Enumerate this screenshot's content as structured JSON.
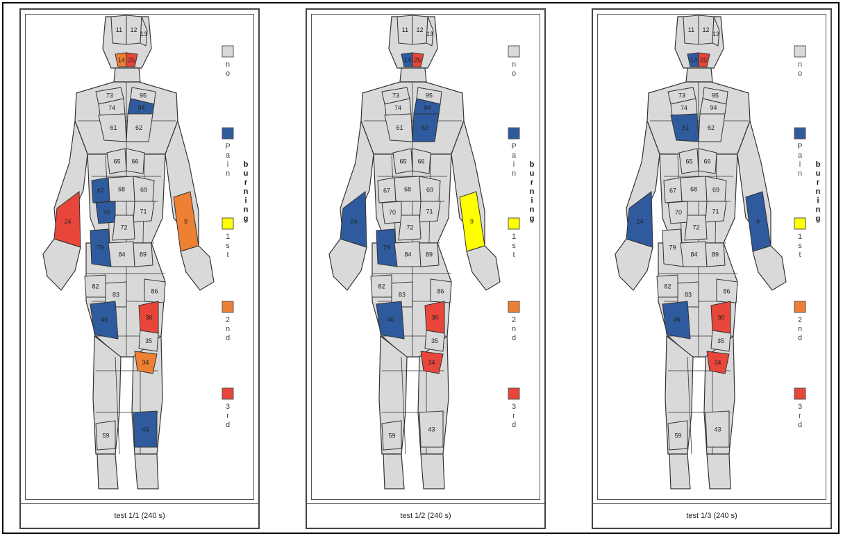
{
  "colors": {
    "no": "#d9d9d9",
    "pain": "#2f5b9e",
    "first": "#ffff00",
    "second": "#ee8033",
    "third": "#e8463a",
    "outline": "#333333"
  },
  "legend": {
    "items": [
      {
        "key": "no",
        "label": "no"
      },
      {
        "key": "pain",
        "label": "Pain"
      },
      {
        "key": "first",
        "label": "1st"
      },
      {
        "key": "second",
        "label": "2nd"
      },
      {
        "key": "third",
        "label": "3rd"
      }
    ],
    "burning_label": "burning"
  },
  "panels": [
    {
      "caption": "test 1/1 (240 s)",
      "regions": [
        {
          "num": "11",
          "state": "no"
        },
        {
          "num": "12",
          "state": "no"
        },
        {
          "num": "13",
          "state": "no"
        },
        {
          "num": "14",
          "state": "second"
        },
        {
          "num": "25",
          "state": "third"
        },
        {
          "num": "73",
          "state": "no"
        },
        {
          "num": "95",
          "state": "no"
        },
        {
          "num": "74",
          "state": "no"
        },
        {
          "num": "94",
          "state": "pain"
        },
        {
          "num": "61",
          "state": "no"
        },
        {
          "num": "62",
          "state": "no"
        },
        {
          "num": "65",
          "state": "no"
        },
        {
          "num": "66",
          "state": "no"
        },
        {
          "num": "67",
          "state": "pain"
        },
        {
          "num": "68",
          "state": "no"
        },
        {
          "num": "69",
          "state": "no"
        },
        {
          "num": "70",
          "state": "pain"
        },
        {
          "num": "71",
          "state": "no"
        },
        {
          "num": "72",
          "state": "no"
        },
        {
          "num": "24",
          "state": "third"
        },
        {
          "num": "9",
          "state": "second"
        },
        {
          "num": "79",
          "state": "pain"
        },
        {
          "num": "84",
          "state": "no"
        },
        {
          "num": "89",
          "state": "no"
        },
        {
          "num": "82",
          "state": "no"
        },
        {
          "num": "83",
          "state": "no"
        },
        {
          "num": "86",
          "state": "no"
        },
        {
          "num": "46",
          "state": "pain"
        },
        {
          "num": "30",
          "state": "third"
        },
        {
          "num": "35",
          "state": "no"
        },
        {
          "num": "34",
          "state": "second"
        },
        {
          "num": "43",
          "state": "pain"
        },
        {
          "num": "59",
          "state": "no"
        }
      ]
    },
    {
      "caption": "test 1/2 (240 s)",
      "regions": [
        {
          "num": "11",
          "state": "no"
        },
        {
          "num": "12",
          "state": "no"
        },
        {
          "num": "13",
          "state": "no"
        },
        {
          "num": "14",
          "state": "pain"
        },
        {
          "num": "25",
          "state": "third"
        },
        {
          "num": "73",
          "state": "no"
        },
        {
          "num": "95",
          "state": "no"
        },
        {
          "num": "74",
          "state": "no"
        },
        {
          "num": "94",
          "state": "pain"
        },
        {
          "num": "61",
          "state": "no"
        },
        {
          "num": "62",
          "state": "pain"
        },
        {
          "num": "65",
          "state": "no"
        },
        {
          "num": "66",
          "state": "no"
        },
        {
          "num": "67",
          "state": "no"
        },
        {
          "num": "68",
          "state": "no"
        },
        {
          "num": "69",
          "state": "no"
        },
        {
          "num": "70",
          "state": "no"
        },
        {
          "num": "71",
          "state": "no"
        },
        {
          "num": "72",
          "state": "no"
        },
        {
          "num": "24",
          "state": "pain"
        },
        {
          "num": "9",
          "state": "first"
        },
        {
          "num": "79",
          "state": "pain"
        },
        {
          "num": "84",
          "state": "no"
        },
        {
          "num": "89",
          "state": "no"
        },
        {
          "num": "82",
          "state": "no"
        },
        {
          "num": "83",
          "state": "no"
        },
        {
          "num": "86",
          "state": "no"
        },
        {
          "num": "46",
          "state": "pain"
        },
        {
          "num": "30",
          "state": "third"
        },
        {
          "num": "35",
          "state": "no"
        },
        {
          "num": "34",
          "state": "third"
        },
        {
          "num": "43",
          "state": "no"
        },
        {
          "num": "59",
          "state": "no"
        }
      ]
    },
    {
      "caption": "test 1/3 (240 s)",
      "regions": [
        {
          "num": "11",
          "state": "no"
        },
        {
          "num": "12",
          "state": "no"
        },
        {
          "num": "13",
          "state": "no"
        },
        {
          "num": "14",
          "state": "pain"
        },
        {
          "num": "25",
          "state": "third"
        },
        {
          "num": "73",
          "state": "no"
        },
        {
          "num": "95",
          "state": "no"
        },
        {
          "num": "74",
          "state": "no"
        },
        {
          "num": "94",
          "state": "no"
        },
        {
          "num": "61",
          "state": "pain"
        },
        {
          "num": "62",
          "state": "no"
        },
        {
          "num": "65",
          "state": "no"
        },
        {
          "num": "66",
          "state": "no"
        },
        {
          "num": "67",
          "state": "no"
        },
        {
          "num": "68",
          "state": "no"
        },
        {
          "num": "69",
          "state": "no"
        },
        {
          "num": "70",
          "state": "no"
        },
        {
          "num": "71",
          "state": "no"
        },
        {
          "num": "72",
          "state": "no"
        },
        {
          "num": "24",
          "state": "pain"
        },
        {
          "num": "9",
          "state": "pain"
        },
        {
          "num": "79",
          "state": "no"
        },
        {
          "num": "84",
          "state": "no"
        },
        {
          "num": "89",
          "state": "no"
        },
        {
          "num": "82",
          "state": "no"
        },
        {
          "num": "83",
          "state": "no"
        },
        {
          "num": "86",
          "state": "no"
        },
        {
          "num": "46",
          "state": "pain"
        },
        {
          "num": "30",
          "state": "third"
        },
        {
          "num": "35",
          "state": "no"
        },
        {
          "num": "34",
          "state": "third"
        },
        {
          "num": "43",
          "state": "no"
        },
        {
          "num": "59",
          "state": "no"
        }
      ]
    }
  ]
}
